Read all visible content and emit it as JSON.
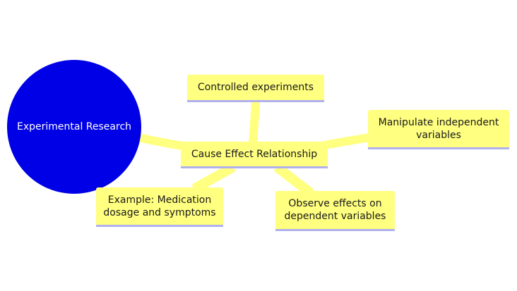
{
  "diagram": {
    "type": "mind-map",
    "root": {
      "label": "Experimental Research",
      "color": "#0000e6"
    },
    "hub": {
      "label": "Cause Effect Relationship"
    },
    "branches": [
      {
        "label": "Controlled experiments"
      },
      {
        "label": "Manipulate independent variables"
      },
      {
        "label": "Example: Medication dosage and symptoms"
      },
      {
        "label": "Observe effects on dependent variables"
      }
    ],
    "colors": {
      "node_fill": "#ffff80",
      "node_underline": "#b0b0ee",
      "connector": "#ffff80"
    }
  }
}
